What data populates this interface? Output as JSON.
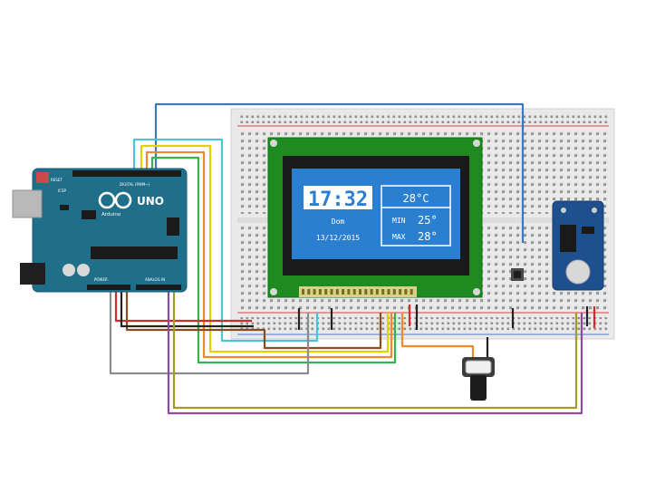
{
  "lcd": {
    "time": "17:32",
    "day": "Dom",
    "date": "13/12/2015",
    "temp_now": "28°C",
    "min_label": "MIN",
    "min_value": "25°",
    "max_label": "MAX",
    "max_value": "28°"
  },
  "arduino": {
    "brand": "Arduino",
    "model": "UNO",
    "reset_label": "RESET",
    "icsp_label": "ICSP",
    "digital_label": "DIGITAL (PWM~)",
    "power_label": "POWER",
    "analog_label": "ANALOG IN"
  },
  "colors": {
    "background": "#ffffff",
    "breadboard": "#e9e9e9",
    "arduino_board": "#1f6f8b",
    "lcd_pcb": "#1f8a1f",
    "lcd_screen": "#2b7fd1",
    "rtc_module": "#1e4f8f",
    "wire_blue": "#3f78b8",
    "wire_cyan": "#4fc3d3",
    "wire_yellow": "#e6d100",
    "wire_orange": "#f08a24",
    "wire_green": "#35b24a",
    "wire_red": "#d12c2c",
    "wire_black": "#222222",
    "wire_brown": "#8a4b1f",
    "wire_purple": "#8e4aa3",
    "wire_gray": "#8c8c8c"
  }
}
